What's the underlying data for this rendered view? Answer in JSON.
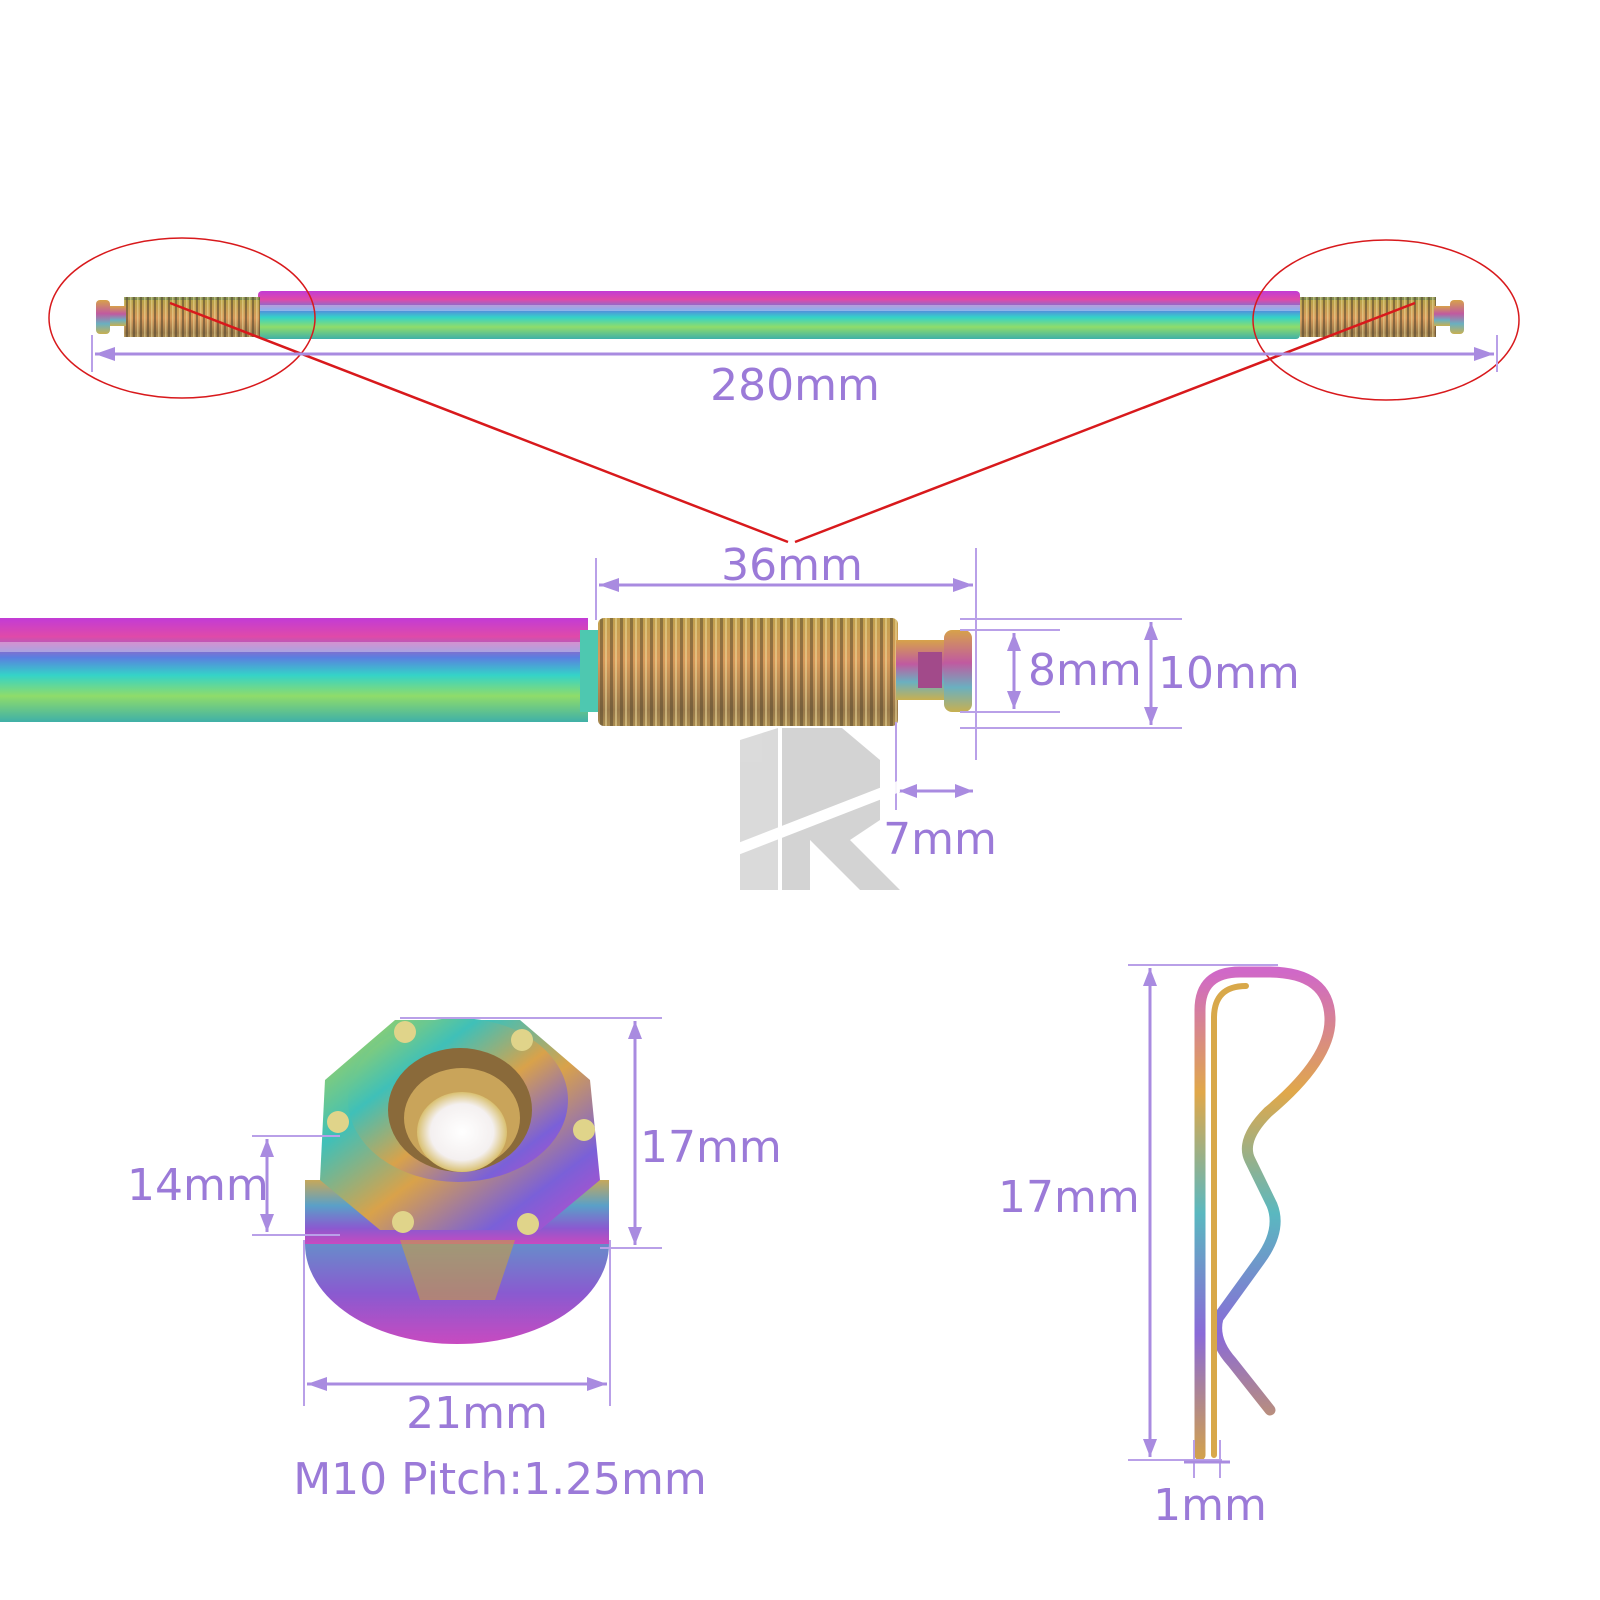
{
  "colors": {
    "dimension": "#9b7ad8",
    "callout": "#d8191c",
    "watermark": "#d7d7d7"
  },
  "rod": {
    "length_label": "280mm"
  },
  "thread_detail": {
    "thread_length_label": "36mm",
    "groove_diameter_label": "8mm",
    "thread_diameter_label": "10mm",
    "tip_length_label": "7mm"
  },
  "nut": {
    "hex_height_label": "14mm",
    "total_height_label": "17mm",
    "flange_diameter_label": "21mm",
    "spec_label": "M10 Pitch:1.25mm"
  },
  "clip": {
    "length_label": "17mm",
    "wire_label": "1mm"
  },
  "watermark": {
    "icon": "rk-logo-icon"
  }
}
